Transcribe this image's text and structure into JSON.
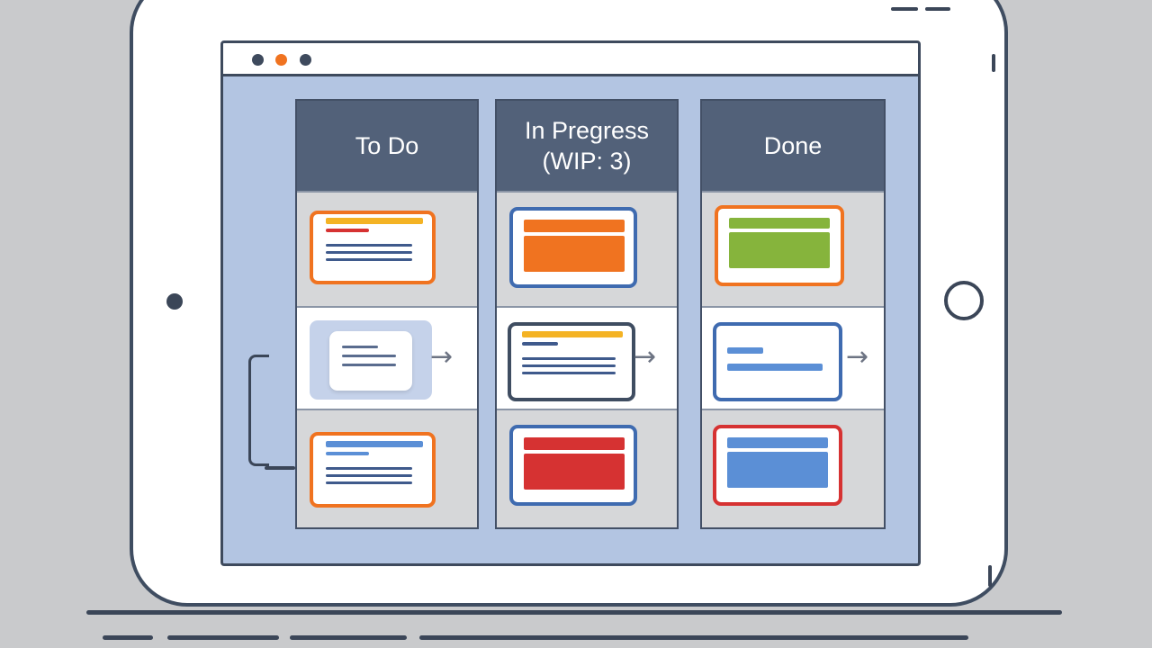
{
  "board": {
    "columns": [
      {
        "title": "To Do"
      },
      {
        "title": "In Pregress\n(WIP: 3)"
      },
      {
        "title": "Done"
      }
    ]
  },
  "colors": {
    "orange": "#f07320",
    "yellow": "#f4b324",
    "green": "#86b43c",
    "red": "#d63232",
    "blue": "#5b8fd6",
    "header": "#526179"
  },
  "icons": [
    "window-control-dot",
    "home-button",
    "arrow-right-icon"
  ]
}
